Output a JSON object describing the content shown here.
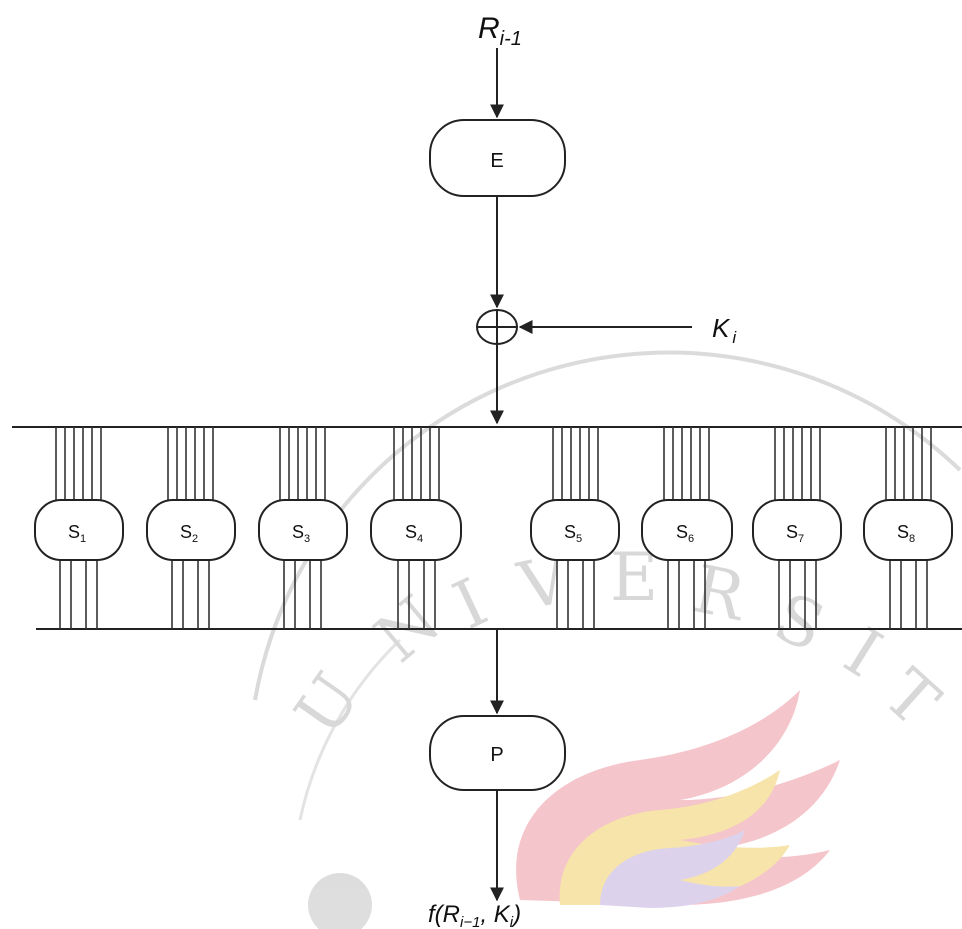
{
  "input_label": {
    "base": "R",
    "sub": "i-1"
  },
  "key_label": {
    "base": "K",
    "sub": "i"
  },
  "expansion_label": "E",
  "permutation_label": "P",
  "sboxes": [
    {
      "base": "S",
      "sub": "1"
    },
    {
      "base": "S",
      "sub": "2"
    },
    {
      "base": "S",
      "sub": "3"
    },
    {
      "base": "S",
      "sub": "4"
    },
    {
      "base": "S",
      "sub": "5"
    },
    {
      "base": "S",
      "sub": "6"
    },
    {
      "base": "S",
      "sub": "7"
    },
    {
      "base": "S",
      "sub": "8"
    }
  ],
  "output_label": {
    "prefix": "f(R",
    "sub1": "i−1",
    "mid": ", K",
    "sub2": "i",
    "suffix": ")"
  },
  "watermark": {
    "text": "UNIVERSITAS",
    "colors": {
      "flame_red": "#f4c2c8",
      "flame_yellow": "#f7e3a6",
      "flame_purple": "#dcd0ea",
      "ring": "#d9d9d9"
    }
  }
}
